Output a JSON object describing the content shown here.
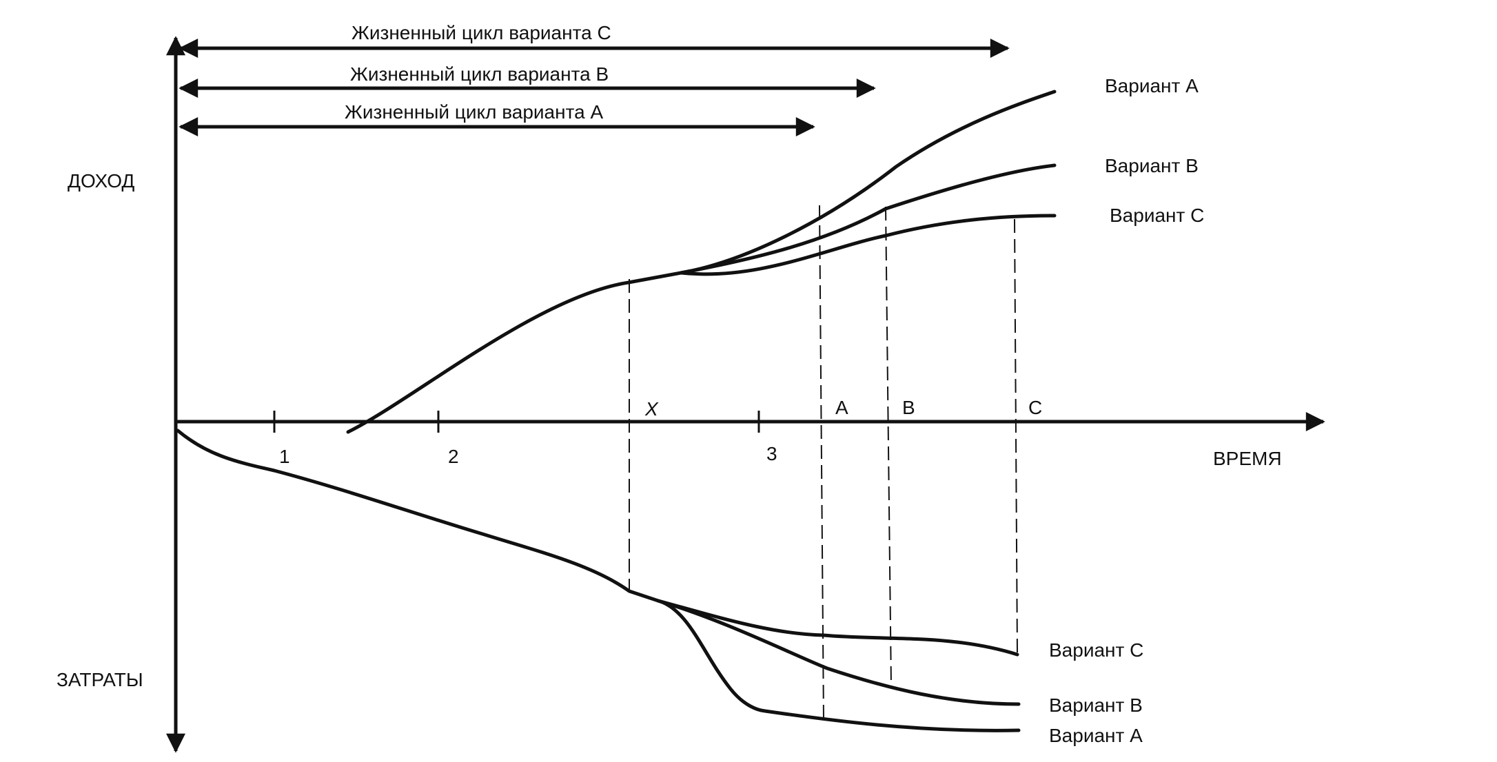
{
  "axes": {
    "y_positive_label": "ДОХОД",
    "y_negative_label": "ЗАТРАТЫ",
    "x_label": "ВРЕМЯ"
  },
  "lifecycles": {
    "c": "Жизненный цикл варианта С",
    "b": "Жизненный цикл варианта В",
    "a": "Жизненный цикл варианта А"
  },
  "time_ticks": [
    "1",
    "2",
    "3"
  ],
  "time_markers": {
    "x": "X",
    "a": "А",
    "b": "В",
    "c": "С"
  },
  "income_labels": {
    "a": "Вариант А",
    "b": "Вариант В",
    "c": "Вариант С"
  },
  "cost_labels": {
    "c": "Вариант С",
    "b": "Вариант В",
    "a": "Вариант А"
  }
}
